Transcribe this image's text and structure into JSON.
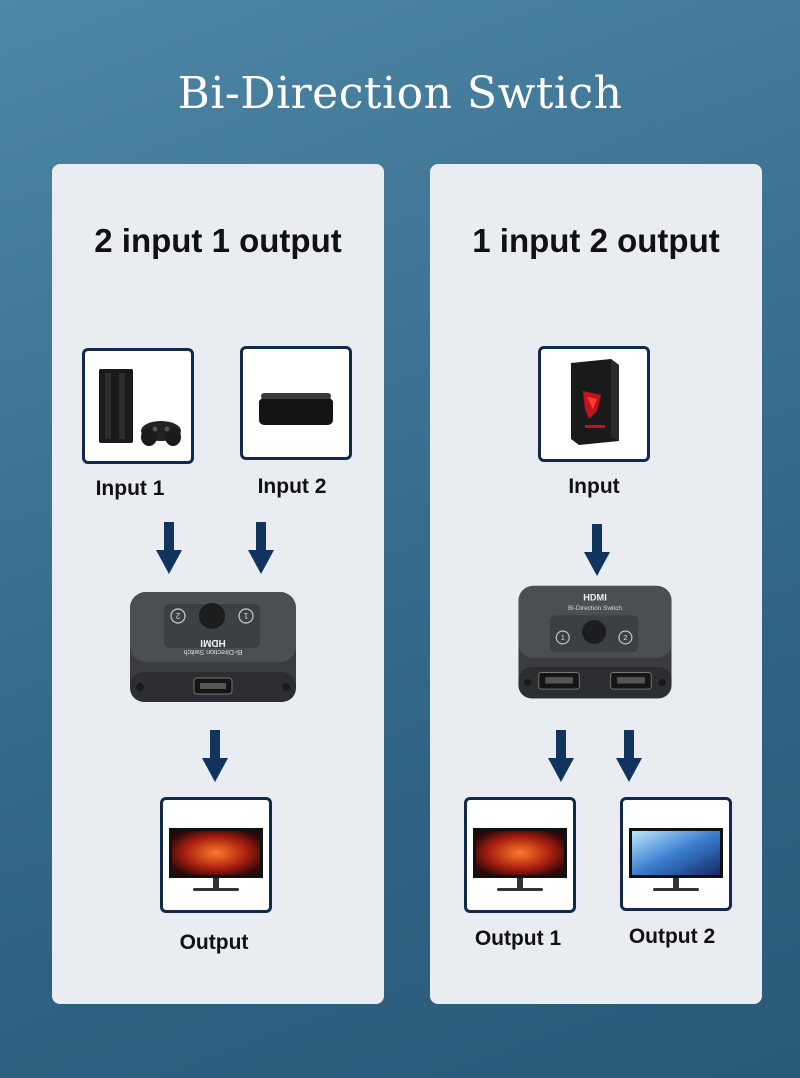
{
  "title": "Bi-Direction Swtich",
  "panels": [
    {
      "heading": "2 input 1 output",
      "inputs": [
        "Input 1",
        "Input 2"
      ],
      "outputs": [
        "Output"
      ]
    },
    {
      "heading": "1 input 2 output",
      "inputs": [
        "Input"
      ],
      "outputs": [
        "Output 1",
        "Output 2"
      ]
    }
  ],
  "device": {
    "brand": "HDMI",
    "model": "Bi-Direction Switch",
    "port_1": "1",
    "port_2": "2"
  },
  "colors": {
    "arrow": "#11345e",
    "frame_border": "#11294b",
    "panel": "#e9ecf0"
  }
}
